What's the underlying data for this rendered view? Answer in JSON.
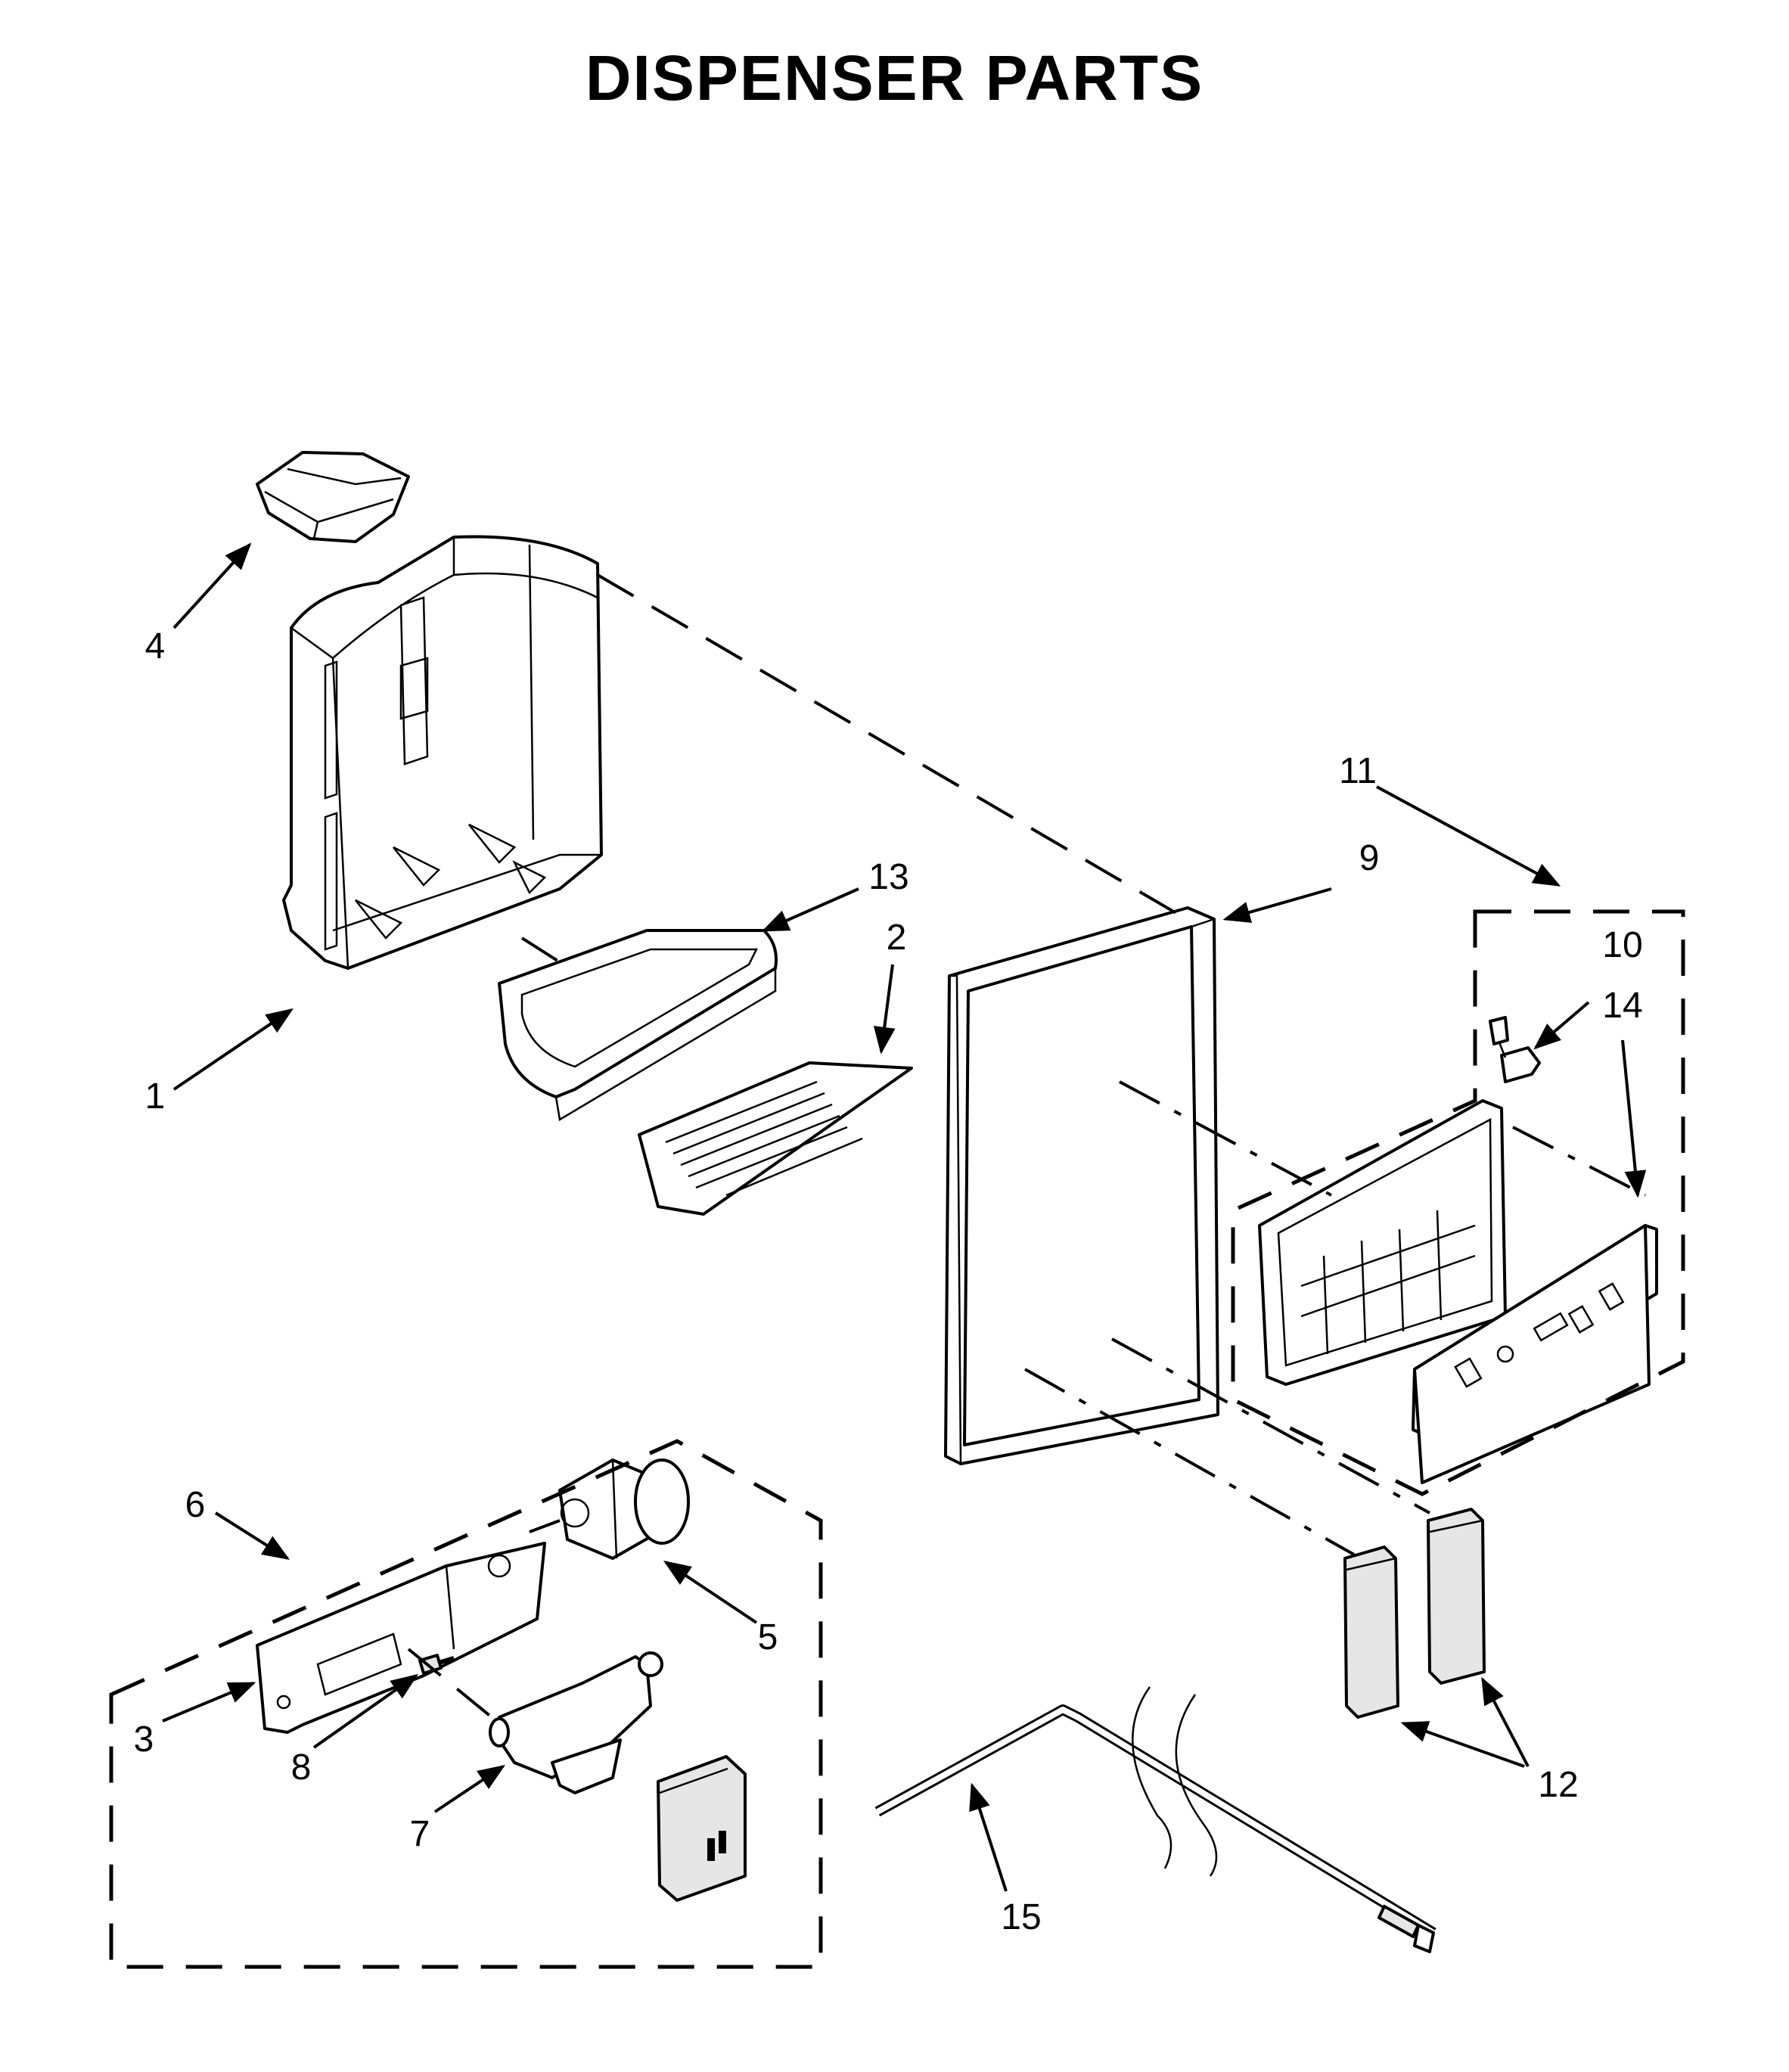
{
  "diagram": {
    "title": "DISPENSER PARTS",
    "callouts": [
      {
        "id": "1",
        "label": "1"
      },
      {
        "id": "2",
        "label": "2"
      },
      {
        "id": "3",
        "label": "3"
      },
      {
        "id": "4",
        "label": "4"
      },
      {
        "id": "5",
        "label": "5"
      },
      {
        "id": "6",
        "label": "6"
      },
      {
        "id": "7",
        "label": "7"
      },
      {
        "id": "8",
        "label": "8"
      },
      {
        "id": "9",
        "label": "9"
      },
      {
        "id": "10",
        "label": "10"
      },
      {
        "id": "11",
        "label": "11"
      },
      {
        "id": "12",
        "label": "12"
      },
      {
        "id": "13",
        "label": "13"
      },
      {
        "id": "14",
        "label": "14"
      },
      {
        "id": "15",
        "label": "15"
      }
    ]
  }
}
